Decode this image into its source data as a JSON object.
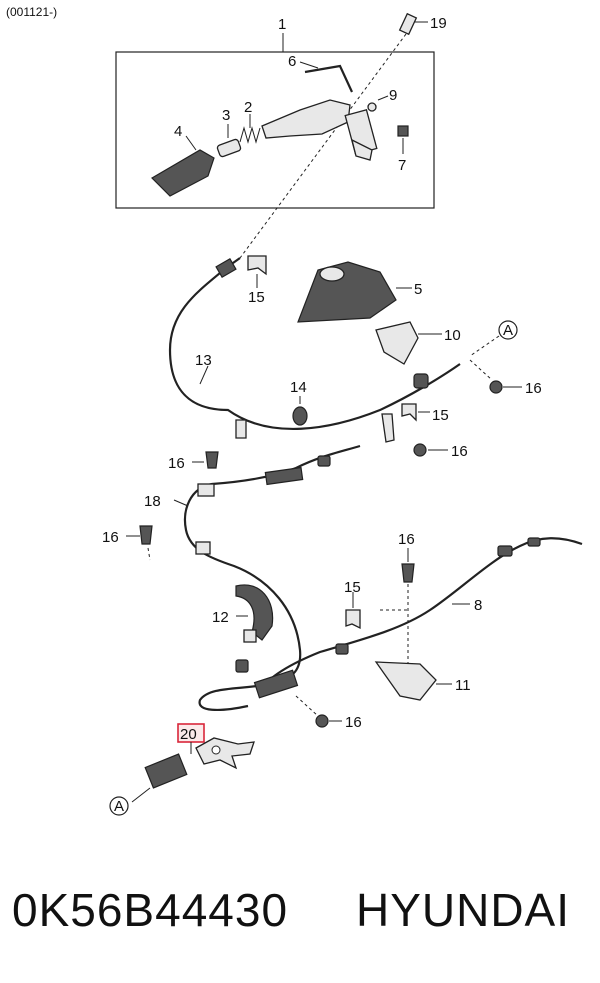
{
  "header": {
    "code": "(001121-)"
  },
  "callouts": {
    "c1": "1",
    "c2": "2",
    "c3": "3",
    "c4": "4",
    "c5": "5",
    "c6": "6",
    "c7": "7",
    "c8": "8",
    "c9": "9",
    "c10": "10",
    "c11": "11",
    "c12": "12",
    "c13": "13",
    "c14": "14",
    "c15a": "15",
    "c15b": "15",
    "c15c": "15",
    "c16a": "16",
    "c16b": "16",
    "c16c": "16",
    "c16d": "16",
    "c16e": "16",
    "c16f": "16",
    "c18": "18",
    "c19": "19",
    "c20": "20",
    "refA1": "A",
    "refA2": "A"
  },
  "highlight": {
    "color": "#d9263a",
    "part": "20"
  },
  "footer": {
    "part_number": "0K56B44430",
    "brand": "HYUNDAI"
  }
}
